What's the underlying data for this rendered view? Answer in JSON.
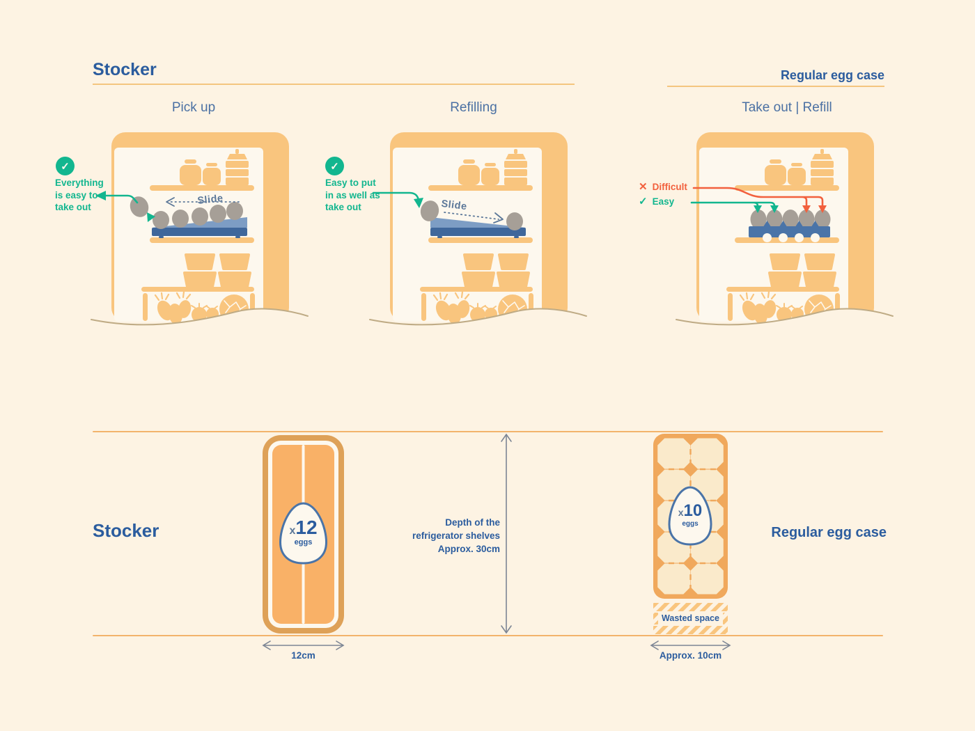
{
  "titles": {
    "stocker": "Stocker",
    "regular": "Regular egg case"
  },
  "columns": [
    {
      "label": "Pick up"
    },
    {
      "label": "Refilling"
    },
    {
      "label": "Take out | Refill"
    }
  ],
  "annotations": {
    "pickup": {
      "check": "✓",
      "lines": [
        "Everything",
        "is easy to",
        "take out"
      ]
    },
    "refill": {
      "check": "✓",
      "lines": [
        "Easy to put",
        "in as well as",
        "take out"
      ]
    },
    "legend": {
      "difficult_mark": "✕",
      "difficult": "Difficult",
      "easy_mark": "✓",
      "easy": "Easy"
    }
  },
  "slide": "Slide",
  "bottom": {
    "stocker_label": "Stocker",
    "regular_label": "Regular egg case",
    "depth_lines": [
      "Depth of the",
      "refrigerator shelves",
      "Approx. 30cm"
    ],
    "stocker_badge": {
      "prefix": "x",
      "count": "12",
      "unit": "eggs"
    },
    "regular_badge": {
      "prefix": "x",
      "count": "10",
      "unit": "eggs"
    },
    "stocker_width": "12cm",
    "regular_width": "Approx. 10cm",
    "wasted": "Wasted space"
  },
  "colors": {
    "background": "#fdf3e3",
    "fridge_orange": "#f9c57e",
    "heading_blue": "#2b5c9e",
    "accent_teal": "#12b68f",
    "accent_red": "#f2603d",
    "tray_blue": "#3f679b",
    "carton_blue": "#4a74a8"
  }
}
